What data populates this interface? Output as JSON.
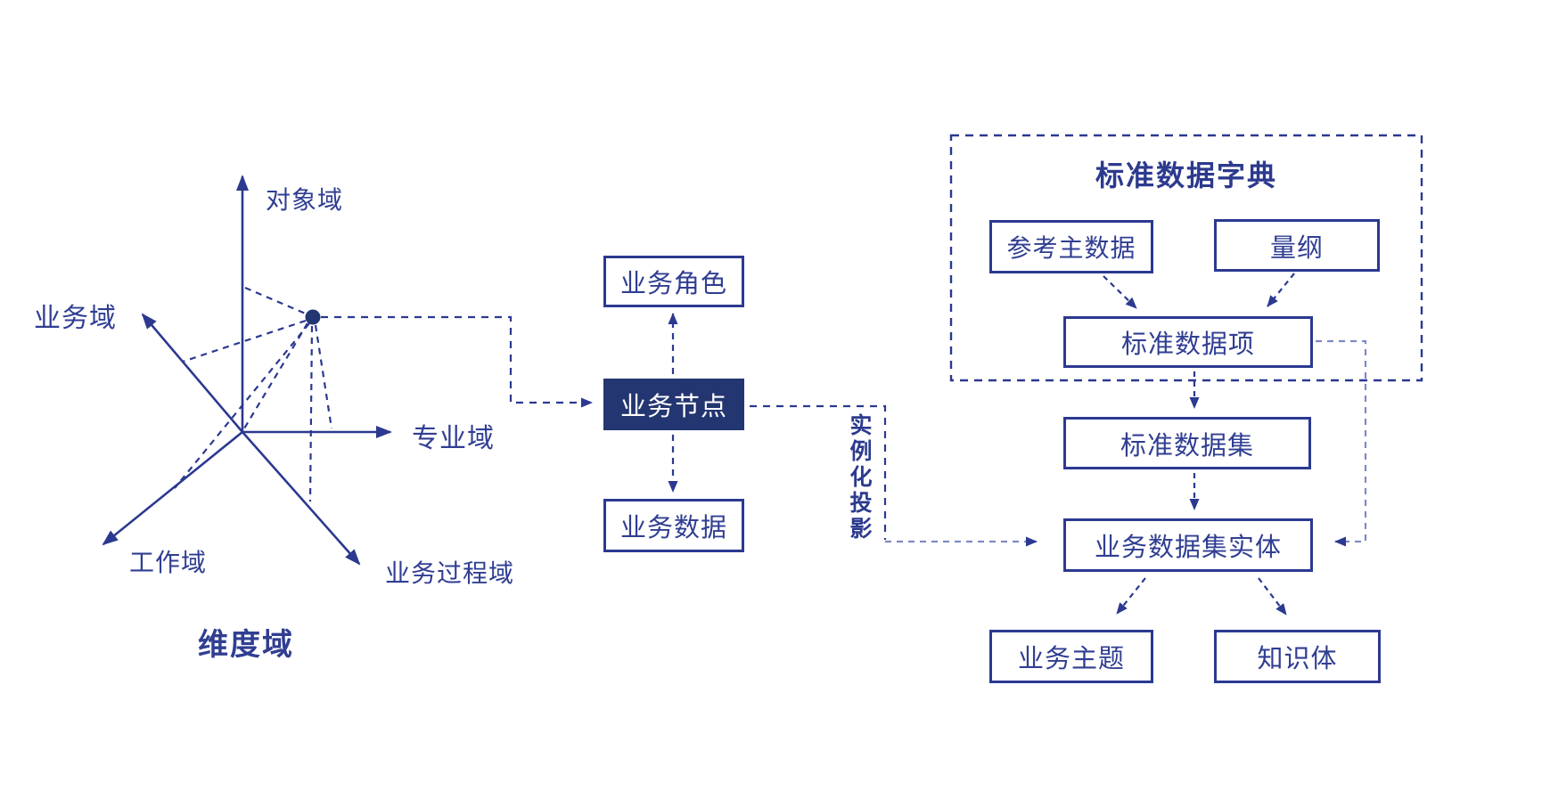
{
  "colors": {
    "navy": "#2b3990",
    "navy_fill": "#243671",
    "light_dash": "#7d89c6",
    "text": "#303e92",
    "background": "#ffffff"
  },
  "axes_diagram": {
    "caption": "维度域",
    "axis_labels": {
      "up": "对象域",
      "upper_left": "业务域",
      "right": "专业域",
      "lower_left": "工作域",
      "lower_right": "业务过程域"
    }
  },
  "middle_flow": {
    "role": "业务角色",
    "node": "业务节点",
    "data": "业务数据"
  },
  "projection_label": "实例化投影",
  "dictionary": {
    "title": "标准数据字典",
    "ref_master": "参考主数据",
    "unit": "量纲",
    "std_item": "标准数据项"
  },
  "right_flow": {
    "std_set": "标准数据集",
    "biz_entity": "业务数据集实体",
    "biz_topic": "业务主题",
    "knowledge": "知识体"
  }
}
